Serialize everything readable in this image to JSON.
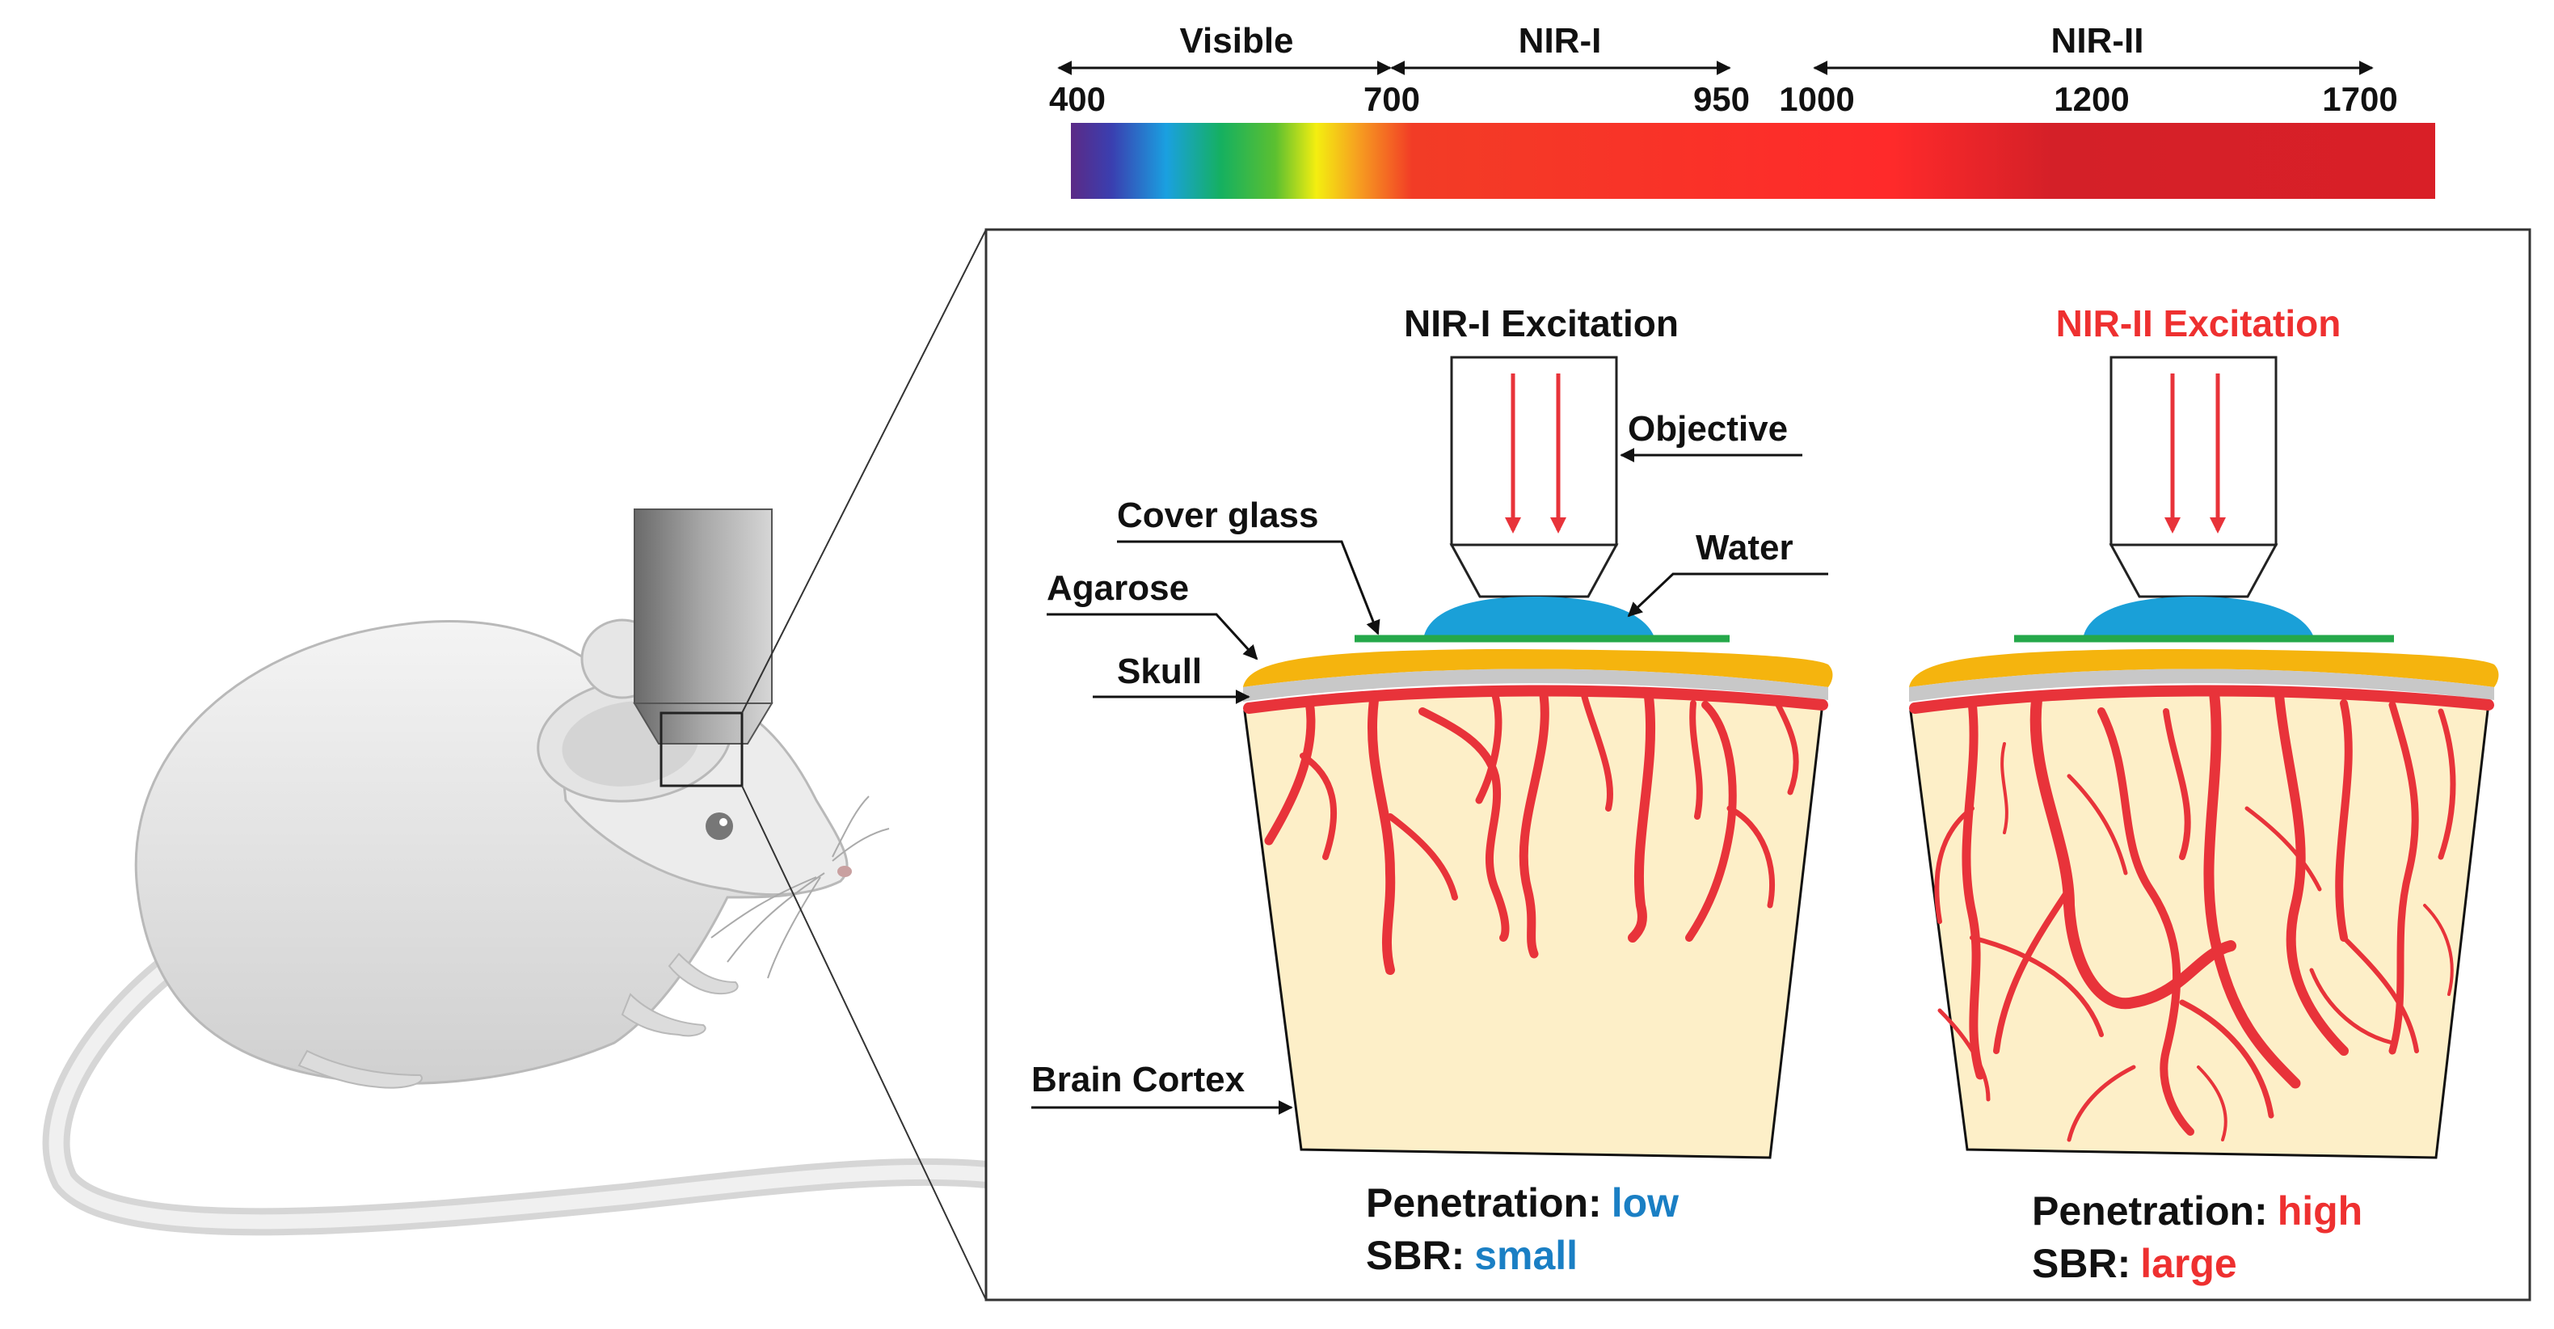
{
  "spectrum": {
    "bands": [
      {
        "name": "Visible",
        "range": [
          400,
          700
        ]
      },
      {
        "name": "NIR-I",
        "range": [
          700,
          950
        ]
      },
      {
        "name": "NIR-II",
        "range": [
          1000,
          1700
        ]
      }
    ],
    "ticks": [
      "400",
      "700",
      "950",
      "1000",
      "1200",
      "1700"
    ]
  },
  "labels": {
    "cover_glass": "Cover glass",
    "agarose": "Agarose",
    "skull": "Skull",
    "brain_cortex": "Brain Cortex",
    "objective": "Objective",
    "water": "Water"
  },
  "panels": {
    "nir1": {
      "title": "NIR-I Excitation",
      "penetration_label": "Penetration:",
      "penetration_value": "low",
      "sbr_label": "SBR:",
      "sbr_value": "small"
    },
    "nir2": {
      "title": "NIR-II Excitation",
      "penetration_label": "Penetration:",
      "penetration_value": "high",
      "sbr_label": "SBR:",
      "sbr_value": "large"
    }
  },
  "colors": {
    "nir1_value": "#1a7fc4",
    "nir2_value": "#ee3030",
    "vessel": "#e8333a",
    "tissue": "#fdefc8",
    "water": "#1aa0d8",
    "agarose": "#f5b40e",
    "cover_glass": "#25a84a",
    "skull": "#c8c8c8"
  }
}
